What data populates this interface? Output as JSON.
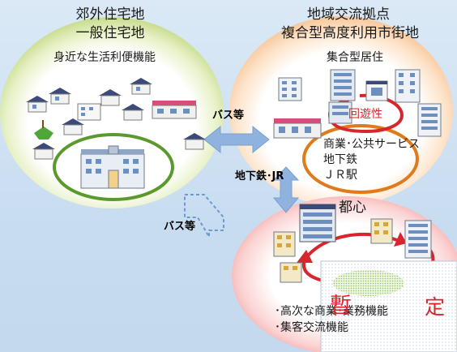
{
  "suburb": {
    "title_line1": "郊外住宅地",
    "title_line2": "一般住宅地",
    "function": "身近な生活利便機能"
  },
  "hub": {
    "title_line1": "地域交流拠点",
    "title_line2": "複合型高度利用市街地",
    "residence": "集合型居住",
    "circulation": "回遊性",
    "commerce": "商業･公共サービス",
    "subway": "地下鉄",
    "jr_station": "ＪＲ駅"
  },
  "center": {
    "title": "都心",
    "functions_line1": "･高次な商業･業務機能",
    "functions_line2": "･集客交流機能"
  },
  "links": {
    "bus_top": "バス等",
    "rail": "地下鉄･JR",
    "bus_left": "バス等"
  },
  "stamp": {
    "char1": "暫",
    "char2": "定"
  },
  "colors": {
    "suburb_ring": "#c7dc8c",
    "suburb_inner_ring": "#5a9a2c",
    "hub_ring": "#f6c79b",
    "hub_commerce_ring": "#e07a1a",
    "center_ring": "#f3a3a3",
    "accent_red": "#d7262e",
    "arrow_blue": "#8fb3de"
  }
}
